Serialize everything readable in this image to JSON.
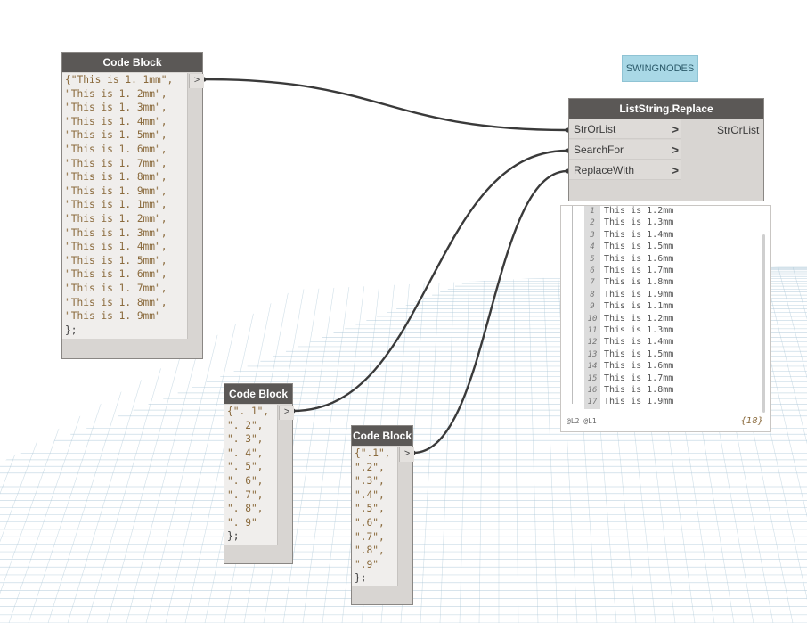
{
  "badge": {
    "label": "SWINGNODES"
  },
  "code_block_1": {
    "title": "Code Block",
    "lines": [
      "{\"This is 1. 1mm\",",
      "\"This is 1. 2mm\",",
      "\"This is 1. 3mm\",",
      "\"This is 1. 4mm\",",
      "\"This is 1. 5mm\",",
      "\"This is 1. 6mm\",",
      "\"This is 1. 7mm\",",
      "\"This is 1. 8mm\",",
      "\"This is 1. 9mm\",",
      "\"This is 1. 1mm\",",
      "\"This is 1. 2mm\",",
      "\"This is 1. 3mm\",",
      "\"This is 1. 4mm\",",
      "\"This is 1. 5mm\",",
      "\"This is 1. 6mm\",",
      "\"This is 1. 7mm\",",
      "\"This is 1. 8mm\",",
      "\"This is 1. 9mm\"",
      "};"
    ],
    "port": ">"
  },
  "code_block_2": {
    "title": "Code Block",
    "lines": [
      "{\". 1\",",
      "\". 2\",",
      "\". 3\",",
      "\". 4\",",
      "\". 5\",",
      "\". 6\",",
      "\". 7\",",
      "\". 8\",",
      "\". 9\"",
      "};"
    ],
    "port": ">"
  },
  "code_block_3": {
    "title": "Code Block",
    "lines": [
      "{\".1\",",
      "\".2\",",
      "\".3\",",
      "\".4\",",
      "\".5\",",
      "\".6\",",
      "\".7\",",
      "\".8\",",
      "\".9\"",
      "};"
    ],
    "port": ">"
  },
  "replace_node": {
    "title": "ListString.Replace",
    "inputs": [
      "StrOrList",
      "SearchFor",
      "ReplaceWith"
    ],
    "output": "StrOrList",
    "arrow": ">"
  },
  "preview": {
    "rows": [
      {
        "index": "1",
        "text": "This is 1.2mm"
      },
      {
        "index": "2",
        "text": "This is 1.3mm"
      },
      {
        "index": "3",
        "text": "This is 1.4mm"
      },
      {
        "index": "4",
        "text": "This is 1.5mm"
      },
      {
        "index": "5",
        "text": "This is 1.6mm"
      },
      {
        "index": "6",
        "text": "This is 1.7mm"
      },
      {
        "index": "7",
        "text": "This is 1.8mm"
      },
      {
        "index": "8",
        "text": "This is 1.9mm"
      },
      {
        "index": "9",
        "text": "This is 1.1mm"
      },
      {
        "index": "10",
        "text": "This is 1.2mm"
      },
      {
        "index": "11",
        "text": "This is 1.3mm"
      },
      {
        "index": "12",
        "text": "This is 1.4mm"
      },
      {
        "index": "13",
        "text": "This is 1.5mm"
      },
      {
        "index": "14",
        "text": "This is 1.6mm"
      },
      {
        "index": "15",
        "text": "This is 1.7mm"
      },
      {
        "index": "16",
        "text": "This is 1.8mm"
      },
      {
        "index": "17",
        "text": "This is 1.9mm"
      }
    ],
    "levels": "@L2 @L1",
    "count": "{18}"
  },
  "colors": {
    "node_header": "#5b5856",
    "node_body": "#d8d5d2",
    "code_string": "#8a6a3c",
    "wire": "#3a3a3a",
    "badge": "#a9d8e6",
    "grid": "#a9c4d6"
  }
}
